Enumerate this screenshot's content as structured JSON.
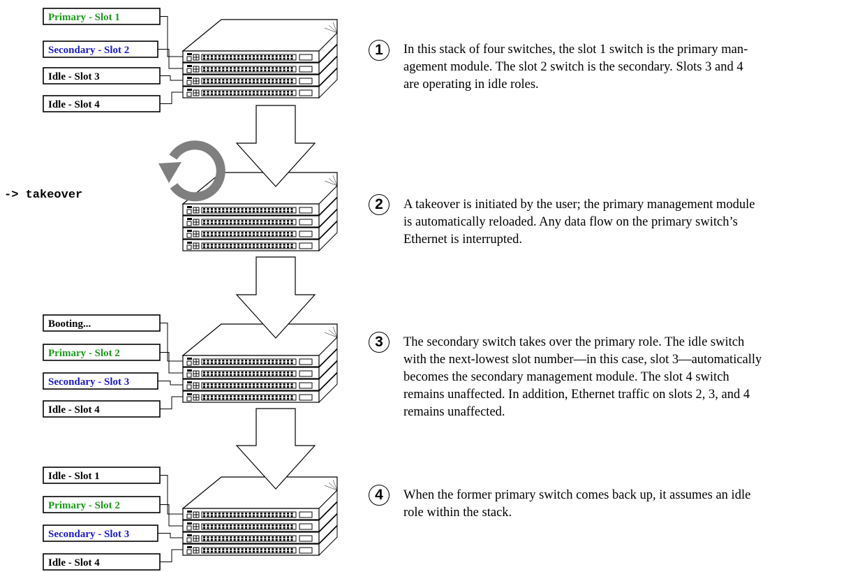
{
  "colors": {
    "primary": "#1a9a1a",
    "secondary": "#1a1acc",
    "idle": "#000000",
    "reload_icon": "#7f7f7f"
  },
  "command": "-> takeover",
  "stacks": [
    {
      "labels": [
        {
          "text": "Primary - Slot 1",
          "role": "primary"
        },
        {
          "text": "Secondary - Slot 2",
          "role": "secondary"
        },
        {
          "text": "Idle - Slot 3",
          "role": "idle"
        },
        {
          "text": "Idle - Slot 4",
          "role": "idle"
        }
      ]
    },
    {
      "labels": []
    },
    {
      "labels": [
        {
          "text": "Booting...",
          "role": "idle"
        },
        {
          "text": "Primary - Slot 2",
          "role": "primary"
        },
        {
          "text": "Secondary - Slot 3",
          "role": "secondary"
        },
        {
          "text": "Idle - Slot 4",
          "role": "idle"
        }
      ]
    },
    {
      "labels": [
        {
          "text": "Idle - Slot 1",
          "role": "idle"
        },
        {
          "text": "Primary - Slot 2",
          "role": "primary"
        },
        {
          "text": "Secondary - Slot 3",
          "role": "secondary"
        },
        {
          "text": "Idle - Slot 4",
          "role": "idle"
        }
      ]
    }
  ],
  "steps": [
    {
      "num": "1",
      "text": "In this stack of four switches, the slot 1 switch is the primary man-\nagement module. The slot 2 switch is the secondary. Slots 3 and 4\nare operating in idle roles."
    },
    {
      "num": "2",
      "text": "A takeover is initiated by the user; the primary management module\nis automatically reloaded. Any data flow on the primary switch’s\nEthernet is interrupted."
    },
    {
      "num": "3",
      "text": "The secondary switch takes over the primary role. The idle switch\nwith the next-lowest slot number—in this case, slot 3—automatically\nbecomes the secondary management module. The slot 4 switch\nremains unaffected. In addition, Ethernet traffic on slots 2, 3, and 4\nremains unaffected."
    },
    {
      "num": "4",
      "text": "When the former primary switch comes back up, it assumes an idle\nrole within the stack."
    }
  ]
}
